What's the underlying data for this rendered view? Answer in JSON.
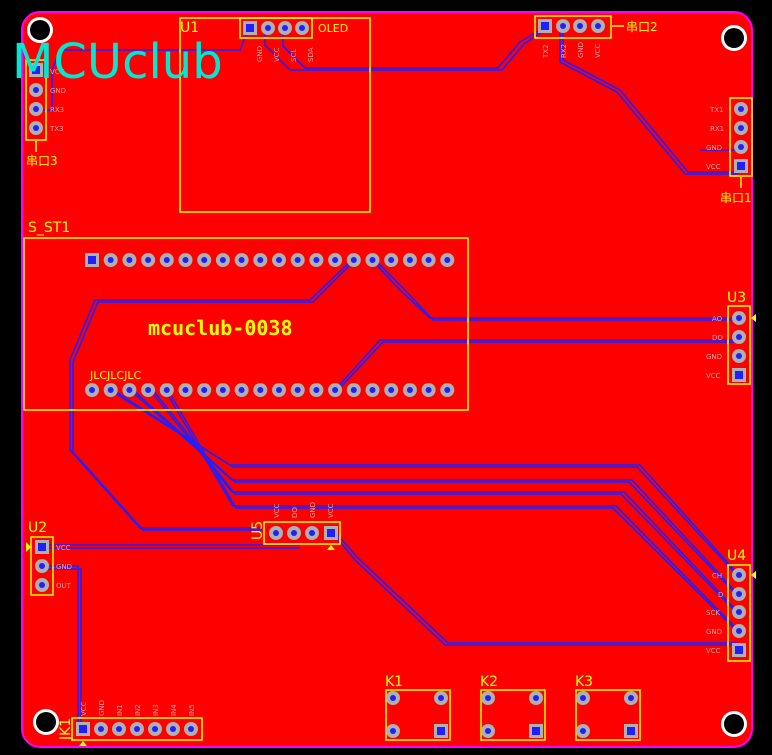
{
  "logo": "MCUclub",
  "board_title": "mcuclub-0038",
  "jlc_mark": "JLCJLCJLC",
  "colors": {
    "copper": "#ff0000",
    "silk": "#ffff00",
    "trace": "#2020ff",
    "logo": "#00e8d0",
    "pad": "#b0b0b0"
  },
  "components": {
    "u1": {
      "ref": "U1",
      "name": "OLED",
      "pins": [
        "GND",
        "VCC",
        "SCL",
        "SDA"
      ]
    },
    "port2": {
      "ref": "串口2",
      "pins": [
        "TX2",
        "RX2",
        "GND",
        "VCC"
      ]
    },
    "port3": {
      "ref": "串口3",
      "pins": [
        "VCC",
        "GND",
        "RX3",
        "TX3"
      ]
    },
    "port_one": {
      "ref": "串口1",
      "pins": [
        "TX1",
        "RX1",
        "GND",
        "VCC"
      ]
    },
    "s_st1": {
      "ref": "S_ST1"
    },
    "u3": {
      "ref": "U3",
      "pins": [
        "AO",
        "DO",
        "GND",
        "VCC"
      ]
    },
    "u2": {
      "ref": "U2",
      "pins": [
        "VCC",
        "GND",
        "OUT"
      ]
    },
    "u5": {
      "ref": "U5",
      "pins": [
        "VCC",
        "DO",
        "GND",
        "VCC"
      ]
    },
    "u4": {
      "ref": "U4",
      "pins": [
        "CH",
        "D",
        "SCK",
        "GND",
        "VCC"
      ]
    },
    "jk1": {
      "ref": "JK1",
      "pins": [
        "VCC",
        "GND",
        "IN1",
        "IN2",
        "IN3",
        "IN4",
        "IN5"
      ]
    },
    "k1": {
      "ref": "K1"
    },
    "k2": {
      "ref": "K2"
    },
    "k3": {
      "ref": "K3"
    }
  }
}
